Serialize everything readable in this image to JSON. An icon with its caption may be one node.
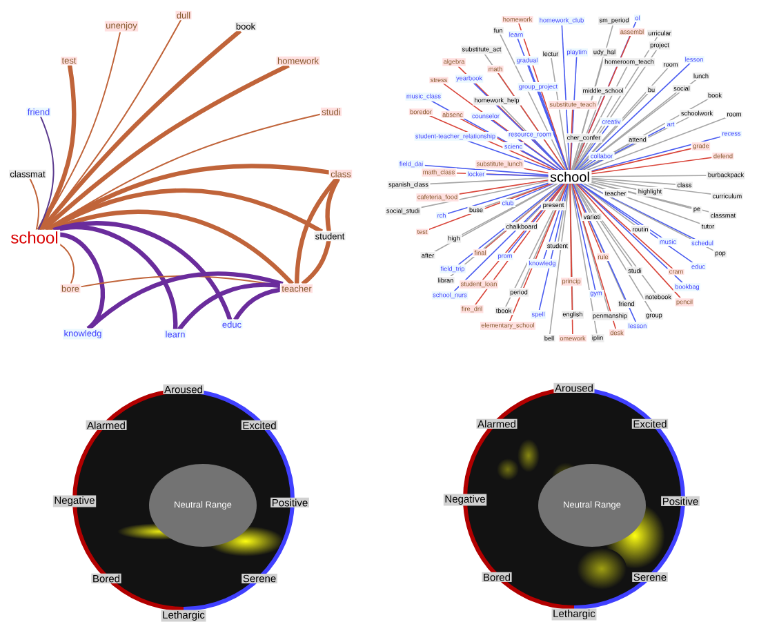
{
  "diagram": {
    "nodes": [
      {
        "text": [
          "school"
        ]
      },
      {
        "text": [
          "unenjoy"
        ]
      },
      {
        "text": [
          "dull"
        ]
      },
      {
        "text": [
          "book"
        ]
      },
      {
        "text": [
          "test"
        ]
      },
      {
        "text": [
          "homework"
        ]
      },
      {
        "text": [
          "friend"
        ]
      },
      {
        "text": [
          "studi"
        ]
      },
      {
        "text": [
          "classmat"
        ]
      },
      {
        "text": [
          "class"
        ]
      },
      {
        "text": [
          "student"
        ]
      },
      {
        "text": [
          "bore"
        ]
      },
      {
        "text": [
          "teacher"
        ]
      },
      {
        "text": [
          "knowledg"
        ]
      },
      {
        "text": [
          "learn"
        ]
      },
      {
        "text": [
          "educ"
        ]
      },
      {
        "text": [
          "school"
        ]
      },
      {
        "text": [
          "homework"
        ]
      },
      {
        "text": [
          "homework_club"
        ]
      },
      {
        "text": [
          "sm_period"
        ]
      },
      {
        "text": [
          "ol"
        ]
      },
      {
        "text": [
          "fun"
        ]
      },
      {
        "text": [
          "learn"
        ]
      },
      {
        "text": [
          "assembl"
        ]
      },
      {
        "text": [
          "urricular"
        ]
      },
      {
        "text": [
          "substitute_act"
        ]
      },
      {
        "text": [
          "lectur"
        ]
      },
      {
        "text": [
          "playtim"
        ]
      },
      {
        "text": [
          "udy_hal"
        ]
      },
      {
        "text": [
          "project"
        ]
      },
      {
        "text": [
          "algebra"
        ]
      },
      {
        "text": [
          "math"
        ]
      },
      {
        "text": [
          "gradual"
        ]
      },
      {
        "text": [
          "homeroom_teach"
        ]
      },
      {
        "text": [
          "room"
        ]
      },
      {
        "text": [
          "lesson"
        ]
      },
      {
        "text": [
          "stress"
        ]
      },
      {
        "text": [
          "yearbook"
        ]
      },
      {
        "text": [
          "lunch"
        ]
      },
      {
        "text": [
          "group_project"
        ]
      },
      {
        "text": [
          "bu"
        ]
      },
      {
        "text": [
          "social"
        ]
      },
      {
        "text": [
          "music_class"
        ]
      },
      {
        "text": [
          "homework_help"
        ]
      },
      {
        "text": [
          "middle_school"
        ]
      },
      {
        "text": [
          "book"
        ]
      },
      {
        "text": [
          "substitute_teach"
        ]
      },
      {
        "text": [
          "boredor"
        ]
      },
      {
        "text": [
          "absenc"
        ]
      },
      {
        "text": [
          "counselor"
        ]
      },
      {
        "text": [
          "schoolwork"
        ]
      },
      {
        "text": [
          "room"
        ]
      },
      {
        "text": [
          "creativ"
        ]
      },
      {
        "text": [
          "art"
        ]
      },
      {
        "text": [
          "student-teacher_relationship"
        ]
      },
      {
        "text": [
          "resource_room"
        ]
      },
      {
        "text": [
          "cher_confer"
        ]
      },
      {
        "text": [
          "attend"
        ]
      },
      {
        "text": [
          "recess"
        ]
      },
      {
        "text": [
          "scienc"
        ]
      },
      {
        "text": [
          "grade"
        ]
      },
      {
        "text": [
          "defend"
        ]
      },
      {
        "text": [
          "collabor"
        ]
      },
      {
        "text": [
          "field_dai"
        ]
      },
      {
        "text": [
          "substitute_lunch"
        ]
      },
      {
        "text": [
          "math_class"
        ]
      },
      {
        "text": [
          "locker"
        ]
      },
      {
        "text": [
          "burbackpack"
        ]
      },
      {
        "text": [
          "spanish_class"
        ]
      },
      {
        "text": [
          "class"
        ]
      },
      {
        "text": [
          "teacher"
        ]
      },
      {
        "text": [
          "highlight"
        ]
      },
      {
        "text": [
          "curriculum"
        ]
      },
      {
        "text": [
          "cafeteria_food"
        ]
      },
      {
        "text": [
          "club"
        ]
      },
      {
        "text": [
          "buse"
        ]
      },
      {
        "text": [
          "present"
        ]
      },
      {
        "text": [
          "social_studi"
        ]
      },
      {
        "text": [
          "rch"
        ]
      },
      {
        "text": [
          "pe"
        ]
      },
      {
        "text": [
          "classmat"
        ]
      },
      {
        "text": [
          "varieti"
        ]
      },
      {
        "text": [
          "chalkboard"
        ]
      },
      {
        "text": [
          "routin"
        ]
      },
      {
        "text": [
          "tutor"
        ]
      },
      {
        "text": [
          "test"
        ]
      },
      {
        "text": [
          "high"
        ]
      },
      {
        "text": [
          "music"
        ]
      },
      {
        "text": [
          "schedul"
        ]
      },
      {
        "text": [
          "student"
        ]
      },
      {
        "text": [
          "after"
        ]
      },
      {
        "text": [
          "final"
        ]
      },
      {
        "text": [
          "prom"
        ]
      },
      {
        "text": [
          "pop"
        ]
      },
      {
        "text": [
          "rule"
        ]
      },
      {
        "text": [
          "knowledg"
        ]
      },
      {
        "text": [
          "educ"
        ]
      },
      {
        "text": [
          "field_trip"
        ]
      },
      {
        "text": [
          "studi"
        ]
      },
      {
        "text": [
          "cram"
        ]
      },
      {
        "text": [
          "libran"
        ]
      },
      {
        "text": [
          "princip"
        ]
      },
      {
        "text": [
          "student_loan"
        ]
      },
      {
        "text": [
          "bookbag"
        ]
      },
      {
        "text": [
          "period"
        ]
      },
      {
        "text": [
          "gym"
        ]
      },
      {
        "text": [
          "school_nurs"
        ]
      },
      {
        "text": [
          "notebook"
        ]
      },
      {
        "text": [
          "friend"
        ]
      },
      {
        "text": [
          "pencil"
        ]
      },
      {
        "text": [
          "fire_dril"
        ]
      },
      {
        "text": [
          "tbook"
        ]
      },
      {
        "text": [
          "spell"
        ]
      },
      {
        "text": [
          "english"
        ]
      },
      {
        "text": [
          "penmanship"
        ]
      },
      {
        "text": [
          "group"
        ]
      },
      {
        "text": [
          "elementary_school"
        ]
      },
      {
        "text": [
          "bell"
        ]
      },
      {
        "text": [
          "omework"
        ]
      },
      {
        "text": [
          "iplin"
        ]
      },
      {
        "text": [
          "desk"
        ]
      },
      {
        "text": [
          "lesson"
        ]
      },
      {
        "text": [
          "Neutral Range"
        ]
      },
      {
        "text": [
          "Neutral Range"
        ]
      }
    ],
    "edges": [
      {
        "from": 0,
        "to": 1,
        "arrow": "none",
        "color": "#c0643a"
      },
      {
        "from": 0,
        "to": 2,
        "arrow": "none",
        "color": "#c0643a"
      },
      {
        "from": 0,
        "to": 3,
        "arrow": "none",
        "style": "thick",
        "color": "#c0643a"
      },
      {
        "from": 0,
        "to": 4,
        "arrow": "none",
        "style": "thick",
        "color": "#c0643a"
      },
      {
        "from": 0,
        "to": 5,
        "arrow": "none",
        "style": "thick",
        "color": "#c0643a"
      },
      {
        "from": 0,
        "to": 6,
        "arrow": "none",
        "color": "#5b3a8e"
      },
      {
        "from": 0,
        "to": 7,
        "arrow": "none",
        "color": "#c0643a"
      },
      {
        "from": 0,
        "to": 8,
        "arrow": "none",
        "color": "#c0643a"
      },
      {
        "from": 0,
        "to": 9,
        "arrow": "none",
        "style": "thick",
        "color": "#c0643a"
      },
      {
        "from": 0,
        "to": 10,
        "arrow": "none",
        "style": "thick",
        "color": "#c0643a"
      },
      {
        "from": 0,
        "to": 11,
        "arrow": "none",
        "color": "#c0643a"
      },
      {
        "from": 0,
        "to": 12,
        "arrow": "none",
        "style": "thick",
        "color": "#c0643a"
      },
      {
        "from": 0,
        "to": 13,
        "arrow": "none",
        "style": "thick",
        "color": "#6a2c9c"
      },
      {
        "from": 0,
        "to": 14,
        "arrow": "none",
        "style": "thick",
        "color": "#6a2c9c"
      },
      {
        "from": 0,
        "to": 15,
        "arrow": "none",
        "style": "thick",
        "color": "#6a2c9c"
      },
      {
        "from": 9,
        "to": 10,
        "arrow": "none",
        "style": "thick",
        "color": "#c0643a"
      },
      {
        "from": 9,
        "to": 12,
        "arrow": "none",
        "style": "thick",
        "color": "#c0643a"
      },
      {
        "from": 10,
        "to": 12,
        "arrow": "none",
        "style": "thick",
        "color": "#c0643a"
      },
      {
        "from": 11,
        "to": 12,
        "arrow": "none",
        "color": "#c0643a"
      },
      {
        "from": 12,
        "to": 13,
        "arrow": "none",
        "style": "thick",
        "color": "#6a2c9c"
      },
      {
        "from": 12,
        "to": 14,
        "arrow": "none",
        "style": "thick",
        "color": "#6a2c9c"
      },
      {
        "from": 12,
        "to": 15,
        "arrow": "none",
        "style": "thick",
        "color": "#6a2c9c"
      },
      {
        "from": 16,
        "to": 17,
        "arrow": "none",
        "color": "#d9453a"
      },
      {
        "from": 16,
        "to": 18,
        "arrow": "none",
        "color": "#4a5cf0"
      },
      {
        "from": 16,
        "to": 19,
        "arrow": "none"
      },
      {
        "from": 16,
        "to": 20,
        "arrow": "none",
        "color": "#4a5cf0"
      },
      {
        "from": 16,
        "to": 21,
        "arrow": "none"
      },
      {
        "from": 16,
        "to": 22,
        "arrow": "none",
        "color": "#4a5cf0"
      },
      {
        "from": 16,
        "to": 23,
        "arrow": "none",
        "color": "#d9453a"
      },
      {
        "from": 16,
        "to": 24,
        "arrow": "none"
      },
      {
        "from": 16,
        "to": 25,
        "arrow": "none"
      },
      {
        "from": 16,
        "to": 26,
        "arrow": "none"
      },
      {
        "from": 16,
        "to": 27,
        "arrow": "none",
        "color": "#4a5cf0"
      },
      {
        "from": 16,
        "to": 28,
        "arrow": "none"
      },
      {
        "from": 16,
        "to": 29,
        "arrow": "none"
      },
      {
        "from": 16,
        "to": 30,
        "arrow": "none",
        "color": "#d9453a"
      },
      {
        "from": 16,
        "to": 31,
        "arrow": "none",
        "color": "#d9453a"
      },
      {
        "from": 16,
        "to": 32,
        "arrow": "none",
        "color": "#4a5cf0"
      },
      {
        "from": 16,
        "to": 33,
        "arrow": "none"
      },
      {
        "from": 16,
        "to": 34,
        "arrow": "none"
      },
      {
        "from": 16,
        "to": 35,
        "arrow": "none",
        "color": "#4a5cf0"
      },
      {
        "from": 16,
        "to": 36,
        "arrow": "none",
        "color": "#d9453a"
      },
      {
        "from": 16,
        "to": 37,
        "arrow": "none",
        "color": "#4a5cf0"
      },
      {
        "from": 16,
        "to": 38,
        "arrow": "none"
      },
      {
        "from": 16,
        "to": 39,
        "arrow": "none",
        "color": "#4a5cf0"
      },
      {
        "from": 16,
        "to": 40,
        "arrow": "none"
      },
      {
        "from": 16,
        "to": 41,
        "arrow": "none"
      },
      {
        "from": 16,
        "to": 42,
        "arrow": "none",
        "color": "#4a5cf0"
      },
      {
        "from": 16,
        "to": 43,
        "arrow": "none"
      },
      {
        "from": 16,
        "to": 44,
        "arrow": "none"
      },
      {
        "from": 16,
        "to": 45,
        "arrow": "none"
      },
      {
        "from": 16,
        "to": 46,
        "arrow": "none",
        "color": "#d9453a"
      },
      {
        "from": 16,
        "to": 47,
        "arrow": "none",
        "color": "#d9453a"
      },
      {
        "from": 16,
        "to": 48,
        "arrow": "none",
        "color": "#d9453a"
      },
      {
        "from": 16,
        "to": 49,
        "arrow": "none",
        "color": "#4a5cf0"
      },
      {
        "from": 16,
        "to": 50,
        "arrow": "none"
      },
      {
        "from": 16,
        "to": 51,
        "arrow": "none"
      },
      {
        "from": 16,
        "to": 52,
        "arrow": "none",
        "color": "#4a5cf0"
      },
      {
        "from": 16,
        "to": 53,
        "arrow": "none",
        "color": "#4a5cf0"
      },
      {
        "from": 16,
        "to": 54,
        "arrow": "none",
        "color": "#4a5cf0"
      },
      {
        "from": 16,
        "to": 55,
        "arrow": "none",
        "color": "#4a5cf0"
      },
      {
        "from": 16,
        "to": 56,
        "arrow": "none"
      },
      {
        "from": 16,
        "to": 57,
        "arrow": "none"
      },
      {
        "from": 16,
        "to": 58,
        "arrow": "none",
        "color": "#4a5cf0"
      },
      {
        "from": 16,
        "to": 59,
        "arrow": "none",
        "color": "#4a5cf0"
      },
      {
        "from": 16,
        "to": 60,
        "arrow": "none",
        "color": "#d9453a"
      },
      {
        "from": 16,
        "to": 61,
        "arrow": "none",
        "color": "#d9453a"
      },
      {
        "from": 16,
        "to": 62,
        "arrow": "none",
        "color": "#4a5cf0"
      },
      {
        "from": 16,
        "to": 63,
        "arrow": "none",
        "color": "#4a5cf0"
      },
      {
        "from": 16,
        "to": 64,
        "arrow": "none",
        "color": "#d9453a"
      },
      {
        "from": 16,
        "to": 65,
        "arrow": "none",
        "color": "#d9453a"
      },
      {
        "from": 16,
        "to": 66,
        "arrow": "none",
        "color": "#4a5cf0"
      },
      {
        "from": 16,
        "to": 67,
        "arrow": "none"
      },
      {
        "from": 16,
        "to": 68,
        "arrow": "none"
      },
      {
        "from": 16,
        "to": 69,
        "arrow": "none"
      },
      {
        "from": 16,
        "to": 70,
        "arrow": "none"
      },
      {
        "from": 16,
        "to": 71,
        "arrow": "none"
      },
      {
        "from": 16,
        "to": 72,
        "arrow": "none"
      },
      {
        "from": 16,
        "to": 73,
        "arrow": "none",
        "color": "#d9453a"
      },
      {
        "from": 16,
        "to": 74,
        "arrow": "none",
        "color": "#4a5cf0"
      },
      {
        "from": 16,
        "to": 75,
        "arrow": "none"
      },
      {
        "from": 16,
        "to": 76,
        "arrow": "none"
      },
      {
        "from": 16,
        "to": 77,
        "arrow": "none"
      },
      {
        "from": 16,
        "to": 78,
        "arrow": "none",
        "color": "#4a5cf0"
      },
      {
        "from": 16,
        "to": 79,
        "arrow": "none"
      },
      {
        "from": 16,
        "to": 80,
        "arrow": "none"
      },
      {
        "from": 16,
        "to": 81,
        "arrow": "none"
      },
      {
        "from": 16,
        "to": 82,
        "arrow": "none"
      },
      {
        "from": 16,
        "to": 83,
        "arrow": "none"
      },
      {
        "from": 16,
        "to": 84,
        "arrow": "none"
      },
      {
        "from": 16,
        "to": 85,
        "arrow": "none",
        "color": "#d9453a"
      },
      {
        "from": 16,
        "to": 86,
        "arrow": "none"
      },
      {
        "from": 16,
        "to": 87,
        "arrow": "none",
        "color": "#4a5cf0"
      },
      {
        "from": 16,
        "to": 88,
        "arrow": "none",
        "color": "#4a5cf0"
      },
      {
        "from": 16,
        "to": 89,
        "arrow": "none"
      },
      {
        "from": 16,
        "to": 90,
        "arrow": "none"
      },
      {
        "from": 16,
        "to": 91,
        "arrow": "none",
        "color": "#d9453a"
      },
      {
        "from": 16,
        "to": 92,
        "arrow": "none",
        "color": "#4a5cf0"
      },
      {
        "from": 16,
        "to": 93,
        "arrow": "none"
      },
      {
        "from": 16,
        "to": 94,
        "arrow": "none",
        "color": "#d9453a"
      },
      {
        "from": 16,
        "to": 95,
        "arrow": "none",
        "color": "#4a5cf0"
      },
      {
        "from": 16,
        "to": 96,
        "arrow": "none",
        "color": "#4a5cf0"
      },
      {
        "from": 16,
        "to": 97,
        "arrow": "none",
        "color": "#4a5cf0"
      },
      {
        "from": 16,
        "to": 98,
        "arrow": "none"
      },
      {
        "from": 16,
        "to": 99,
        "arrow": "none",
        "color": "#d9453a"
      },
      {
        "from": 16,
        "to": 100,
        "arrow": "none"
      },
      {
        "from": 16,
        "to": 101,
        "arrow": "none",
        "color": "#d9453a"
      },
      {
        "from": 16,
        "to": 102,
        "arrow": "none",
        "color": "#d9453a"
      },
      {
        "from": 16,
        "to": 103,
        "arrow": "none",
        "color": "#4a5cf0"
      },
      {
        "from": 16,
        "to": 104,
        "arrow": "none"
      },
      {
        "from": 16,
        "to": 105,
        "arrow": "none",
        "color": "#4a5cf0"
      },
      {
        "from": 16,
        "to": 106,
        "arrow": "none",
        "color": "#4a5cf0"
      },
      {
        "from": 16,
        "to": 107,
        "arrow": "none"
      },
      {
        "from": 16,
        "to": 108,
        "arrow": "none"
      },
      {
        "from": 16,
        "to": 109,
        "arrow": "none",
        "color": "#d9453a"
      },
      {
        "from": 16,
        "to": 110,
        "arrow": "none",
        "color": "#d9453a"
      },
      {
        "from": 16,
        "to": 111,
        "arrow": "none"
      },
      {
        "from": 16,
        "to": 112,
        "arrow": "none",
        "color": "#4a5cf0"
      },
      {
        "from": 16,
        "to": 113,
        "arrow": "none"
      },
      {
        "from": 16,
        "to": 114,
        "arrow": "none"
      },
      {
        "from": 16,
        "to": 115,
        "arrow": "none"
      },
      {
        "from": 16,
        "to": 116,
        "arrow": "none",
        "color": "#d9453a"
      },
      {
        "from": 16,
        "to": 117,
        "arrow": "none"
      },
      {
        "from": 16,
        "to": 118,
        "arrow": "none",
        "color": "#d9453a"
      },
      {
        "from": 16,
        "to": 119,
        "arrow": "none"
      },
      {
        "from": 16,
        "to": 120,
        "arrow": "none",
        "color": "#d9453a"
      },
      {
        "from": 16,
        "to": 121,
        "arrow": "none",
        "color": "#4a5cf0"
      }
    ],
    "labels": [
      "Aroused",
      "Alarmed",
      "Excited",
      "Negative",
      "Positive",
      "Bored",
      "Serene",
      "Lethargic",
      "Aroused",
      "Alarmed",
      "Excited",
      "Negative",
      "Positive",
      "Bored",
      "Serene",
      "Lethargic"
    ]
  }
}
